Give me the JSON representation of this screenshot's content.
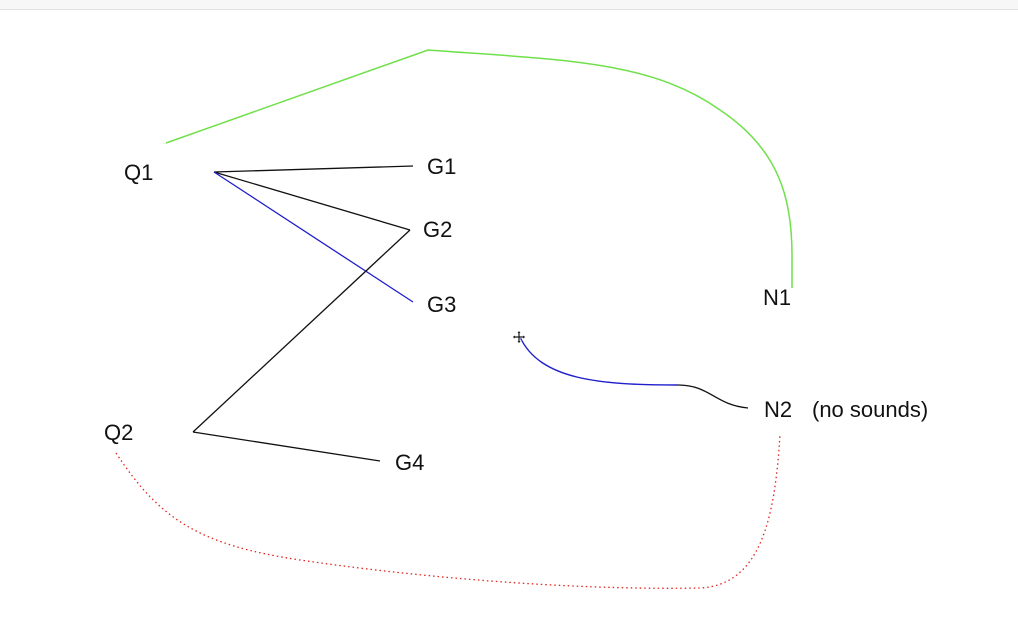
{
  "nodes": {
    "q1": "Q1",
    "q2": "Q2",
    "g1": "G1",
    "g2": "G2",
    "g3": "G3",
    "g4": "G4",
    "n1": "N1",
    "n2": "N2",
    "n2_note": "(no sounds)"
  },
  "colors": {
    "background": "#ffffff",
    "label": "#111111",
    "black_edge": "#111111",
    "blue_edge": "#1f1fcc",
    "green_edge": "#6fe04a",
    "red_dotted_edge": "#e0241f"
  },
  "icons": {
    "cursor": "move-cursor-icon"
  }
}
